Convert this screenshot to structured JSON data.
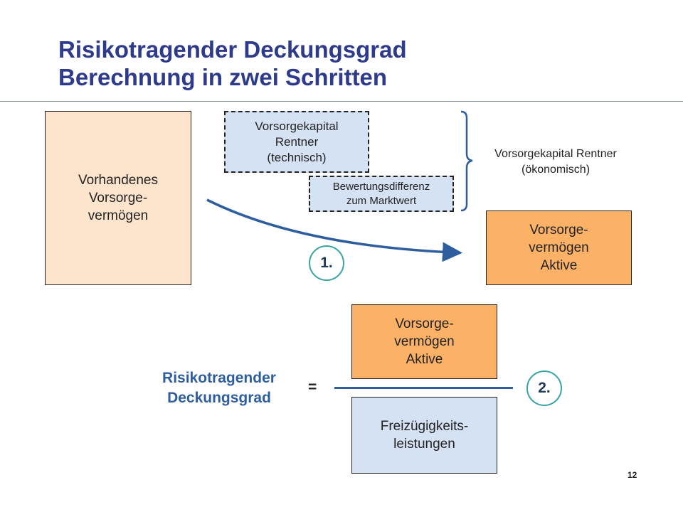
{
  "title": {
    "line1": "Risikotragender Deckungsgrad",
    "line2": "Berechnung in zwei Schritten"
  },
  "step1": {
    "vorhandenes": "Vorhandenes\nVorsorge-\nvermögen",
    "vorsorgekapital_technisch": "Vorsorgekapital\nRentner\n(technisch)",
    "bewertungsdifferenz": "Bewertungsdifferenz\nzum Marktwert",
    "vorsorgekapital_oekonomisch": "Vorsorgekapital Rentner\n(ökonomisch)",
    "vorsorgevermoegen_aktive": "Vorsorge-\nvermögen\nAktive",
    "step_number": "1."
  },
  "step2": {
    "label": "Risikotragender\nDeckungsgrad",
    "equals": "=",
    "numerator": "Vorsorge-\nvermögen\nAktive",
    "denominator": "Freizügigkeits-\nleistungen",
    "step_number": "2."
  },
  "page_number": "12",
  "colors": {
    "title": "#2e3a8c",
    "accent_blue": "#2e5e9e",
    "box_peach": "#fde5cd",
    "box_orange": "#fbb267",
    "box_lightblue": "#d5e2f4",
    "circle_border": "#39a4a4"
  }
}
